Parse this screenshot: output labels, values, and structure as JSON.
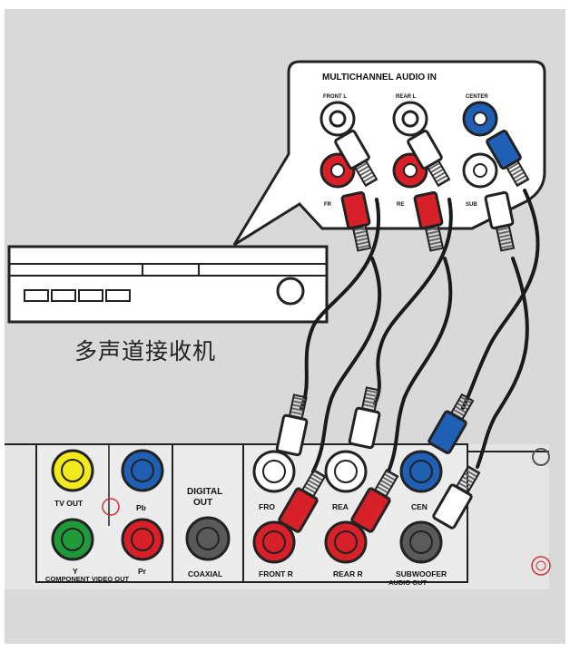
{
  "receiver": {
    "caption": "多声道接收机",
    "panel_title": "MULTICHANNEL AUDIO IN",
    "jacks": {
      "front_l": "FRONT L",
      "rear_l": "REAR L",
      "center": "CENTER",
      "front_r_partial": "FR",
      "rear_r_partial": "RE",
      "sub_partial": "SUB"
    }
  },
  "player": {
    "tv_out": "TV OUT",
    "pb": "Pb",
    "y": "Y",
    "pr": "Pr",
    "component": "COMPONENT VIDEO OUT",
    "digital_out_1": "DIGITAL",
    "digital_out_2": "OUT",
    "coaxial": "COAXIAL",
    "front_top_partial": "FRO",
    "rear_top_partial": "REA",
    "center_top_partial": "CEN",
    "front_r": "FRONT R",
    "rear_r": "REAR R",
    "subwoofer": "SUBWOOFER",
    "audio_out": "AUDIO OUT"
  },
  "colors": {
    "background": "#d9d9d9",
    "panel": "#ffffff",
    "yellow": "#f2ea1a",
    "green": "#1f9a3a",
    "blue": "#1f5fb4",
    "red": "#d72027",
    "gray": "#5a5a5a",
    "white_jack": "#ffffff",
    "cable": "#1a1a1a"
  }
}
